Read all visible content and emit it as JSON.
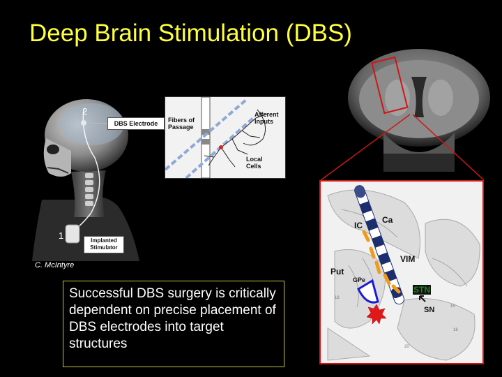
{
  "slide": {
    "title": "Deep Brain Stimulation (DBS)",
    "credit": "C. McIntyre",
    "caption": "Successful DBS surgery is critically dependent on precise placement of DBS electrodes into target structures"
  },
  "head_figure": {
    "electrode_callout": "DBS Electrode",
    "marker_2": "2",
    "marker_1": "1",
    "stimulator_label_line1": "Implanted",
    "stimulator_label_line2": "Stimulator"
  },
  "fibers_figure": {
    "fibers_of_passage_line1": "Fibers of",
    "fibers_of_passage_line2": "Passage",
    "afferent_line1": "Afferent",
    "afferent_line2": "Inputs",
    "local_line1": "Local",
    "local_line2": "Cells"
  },
  "zoom_figure": {
    "labels": {
      "ca": "Ca",
      "ic": "IC",
      "vim": "VIM",
      "put": "Put",
      "gpe": "GPe",
      "stn": "STN",
      "sn": "SN"
    }
  },
  "colors": {
    "title": "#ffff3c",
    "highlight_frame": "#d01616",
    "electrode": "#1c2e6e",
    "stn_text": "#1a8a1a",
    "gpe_outline": "#1a1ad8",
    "caption_border": "#c8c84a"
  }
}
